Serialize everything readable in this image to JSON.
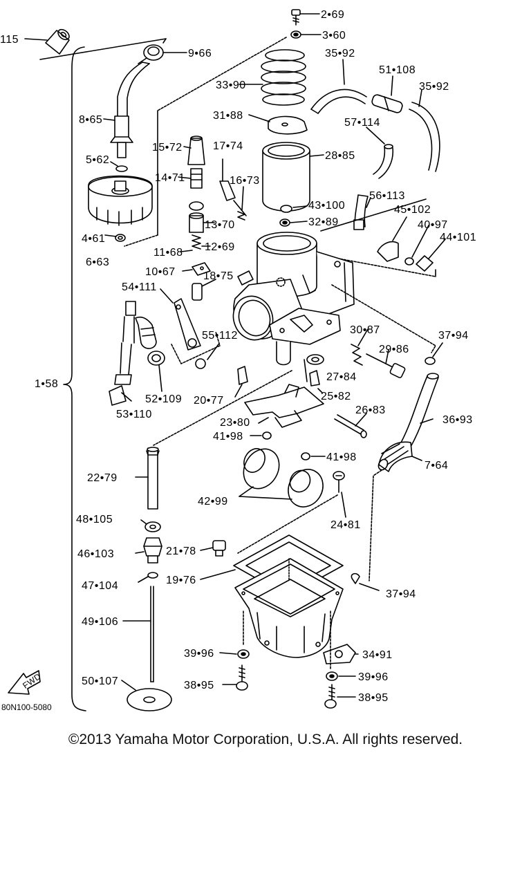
{
  "diagram": {
    "drawing_code": "80N100-5080",
    "fwd_label": "FWD",
    "callouts": [
      {
        "id": "c115",
        "text": "115"
      },
      {
        "id": "c269",
        "text": "2•69"
      },
      {
        "id": "c360",
        "text": "3•60"
      },
      {
        "id": "c966",
        "text": "9•66"
      },
      {
        "id": "c3592a",
        "text": "35•92"
      },
      {
        "id": "c51108",
        "text": "51•108"
      },
      {
        "id": "c3592b",
        "text": "35•92"
      },
      {
        "id": "c3390",
        "text": "33•90"
      },
      {
        "id": "c865",
        "text": "8•65"
      },
      {
        "id": "c3188",
        "text": "31•88"
      },
      {
        "id": "c57114",
        "text": "57•114"
      },
      {
        "id": "c1572",
        "text": "15•72"
      },
      {
        "id": "c1774",
        "text": "17•74"
      },
      {
        "id": "c2885",
        "text": "28•85"
      },
      {
        "id": "c562",
        "text": "5•62"
      },
      {
        "id": "c1471",
        "text": "14•71"
      },
      {
        "id": "c1673",
        "text": "16•73"
      },
      {
        "id": "c56113",
        "text": "56•113"
      },
      {
        "id": "c43100",
        "text": "43•100"
      },
      {
        "id": "c45102",
        "text": "45•102"
      },
      {
        "id": "c3289",
        "text": "32•89"
      },
      {
        "id": "c1370",
        "text": "13•70"
      },
      {
        "id": "c4097",
        "text": "40•97"
      },
      {
        "id": "c44101",
        "text": "44•101"
      },
      {
        "id": "c461",
        "text": "4•61"
      },
      {
        "id": "c663",
        "text": "6•63"
      },
      {
        "id": "c1168",
        "text": "11•68"
      },
      {
        "id": "c1269",
        "text": "12•69"
      },
      {
        "id": "c1067",
        "text": "10•67"
      },
      {
        "id": "c1875",
        "text": "18•75"
      },
      {
        "id": "c54111",
        "text": "54•111"
      },
      {
        "id": "c3087",
        "text": "30•87"
      },
      {
        "id": "c3794a",
        "text": "37•94"
      },
      {
        "id": "c55112",
        "text": "55•112"
      },
      {
        "id": "c2986",
        "text": "29•86"
      },
      {
        "id": "c158",
        "text": "1•58"
      },
      {
        "id": "c2784",
        "text": "27•84"
      },
      {
        "id": "c2582",
        "text": "25•82"
      },
      {
        "id": "c52109",
        "text": "52•109"
      },
      {
        "id": "c2077",
        "text": "20•77"
      },
      {
        "id": "c53110",
        "text": "53•110"
      },
      {
        "id": "c2683",
        "text": "26•83"
      },
      {
        "id": "c2380",
        "text": "23•80"
      },
      {
        "id": "c3693",
        "text": "36•93"
      },
      {
        "id": "c4198a",
        "text": "41•98"
      },
      {
        "id": "c4198b",
        "text": "41•98"
      },
      {
        "id": "c764",
        "text": "7•64"
      },
      {
        "id": "c2279",
        "text": "22•79"
      },
      {
        "id": "c4299",
        "text": "42•99"
      },
      {
        "id": "c48105",
        "text": "48•105"
      },
      {
        "id": "c2481",
        "text": "24•81"
      },
      {
        "id": "c46103",
        "text": "46•103"
      },
      {
        "id": "c2178",
        "text": "21•78"
      },
      {
        "id": "c1976",
        "text": "19•76"
      },
      {
        "id": "c47104",
        "text": "47•104"
      },
      {
        "id": "c3794b",
        "text": "37•94"
      },
      {
        "id": "c49106",
        "text": "49•106"
      },
      {
        "id": "c3996a",
        "text": "39•96"
      },
      {
        "id": "c3491",
        "text": "34•91"
      },
      {
        "id": "c3996b",
        "text": "39•96"
      },
      {
        "id": "c50107",
        "text": "50•107"
      },
      {
        "id": "c3895a",
        "text": "38•95"
      },
      {
        "id": "c3895b",
        "text": "38•95"
      }
    ]
  },
  "footer": {
    "copyright": "©2013 Yamaha Motor Corporation, U.S.A. All rights reserved."
  }
}
